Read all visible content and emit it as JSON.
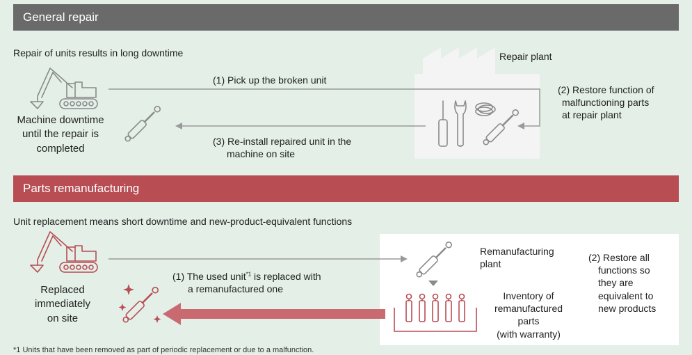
{
  "general": {
    "band_title": "General repair",
    "subtitle": "Repair of units results in long downtime",
    "plant_label": "Repair plant",
    "step1": "(1) Pick up the broken unit",
    "step2_line1": "(2) Restore function of",
    "step2_line2": "malfunctioning parts",
    "step2_line3": "at repair plant",
    "step3_line1": "(3) Re-install repaired unit in the",
    "step3_line2": "machine on site",
    "downtime_line1": "Machine downtime",
    "downtime_line2": "until the repair is",
    "downtime_line3": "completed"
  },
  "remanufacturing": {
    "band_title": "Parts remanufacturing",
    "subtitle": "Unit replacement means short downtime and new-product-equivalent functions",
    "plant_line1": "Remanufacturing",
    "plant_line2": "plant",
    "step1_line1": "(1) The used unit",
    "step1_sup": "*1",
    "step1_line1b": " is replaced with",
    "step1_line2": "a remanufactured one",
    "replaced_line1": "Replaced",
    "replaced_line2": "immediately",
    "replaced_line3": "on site",
    "inventory_line1": "Inventory of",
    "inventory_line2": "remanufactured",
    "inventory_line3": "parts",
    "inventory_line4": "(with warranty)",
    "step2_line1": "(2) Restore all",
    "step2_line2": "functions so",
    "step2_line3": "they are",
    "step2_line4": "equivalent to",
    "step2_line5": "new products"
  },
  "footnote": "*1  Units that have been removed as part of periodic replacement or due to a malfunction.",
  "colors": {
    "background": "#e3efe7",
    "band_gray": "#6a6a6a",
    "band_red": "#b84d54",
    "icon_gray": "#8a8a8a",
    "icon_red": "#b84d54",
    "factory": "#f4f4f4"
  },
  "icons": [
    "excavator-icon",
    "hydraulic-cylinder-icon",
    "factory-icon",
    "screwdriver-icon",
    "wrench-icon",
    "seal-ring-icon",
    "sparkle-icon",
    "shelf-icon"
  ]
}
